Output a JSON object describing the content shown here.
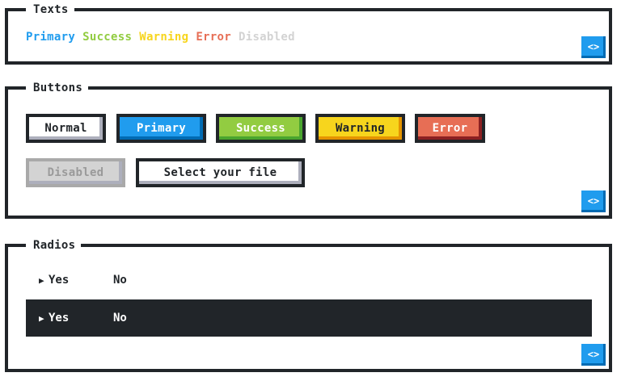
{
  "sections": {
    "texts": {
      "title": "Texts",
      "items": {
        "primary": "Primary",
        "success": "Success",
        "warning": "Warning",
        "error": "Error",
        "disabled": "Disabled"
      },
      "code_toggle": "<>"
    },
    "buttons": {
      "title": "Buttons",
      "normal": "Normal",
      "primary": "Primary",
      "success": "Success",
      "warning": "Warning",
      "error": "Error",
      "disabled": "Disabled",
      "file": "Select your file",
      "code_toggle": "<>"
    },
    "radios": {
      "title": "Radios",
      "light": {
        "yes": "Yes",
        "no": "No",
        "selected": "Yes"
      },
      "dark": {
        "yes": "Yes",
        "no": "No",
        "selected": "Yes"
      },
      "code_toggle": "<>"
    }
  },
  "icons": {
    "radio_marker": "triangle-right-icon",
    "code": "code-brackets-icon"
  },
  "colors": {
    "primary": "#209cee",
    "success": "#92cc41",
    "warning": "#f7d51d",
    "error": "#e76e55",
    "disabled": "#d3d3d3",
    "dark": "#212529"
  }
}
